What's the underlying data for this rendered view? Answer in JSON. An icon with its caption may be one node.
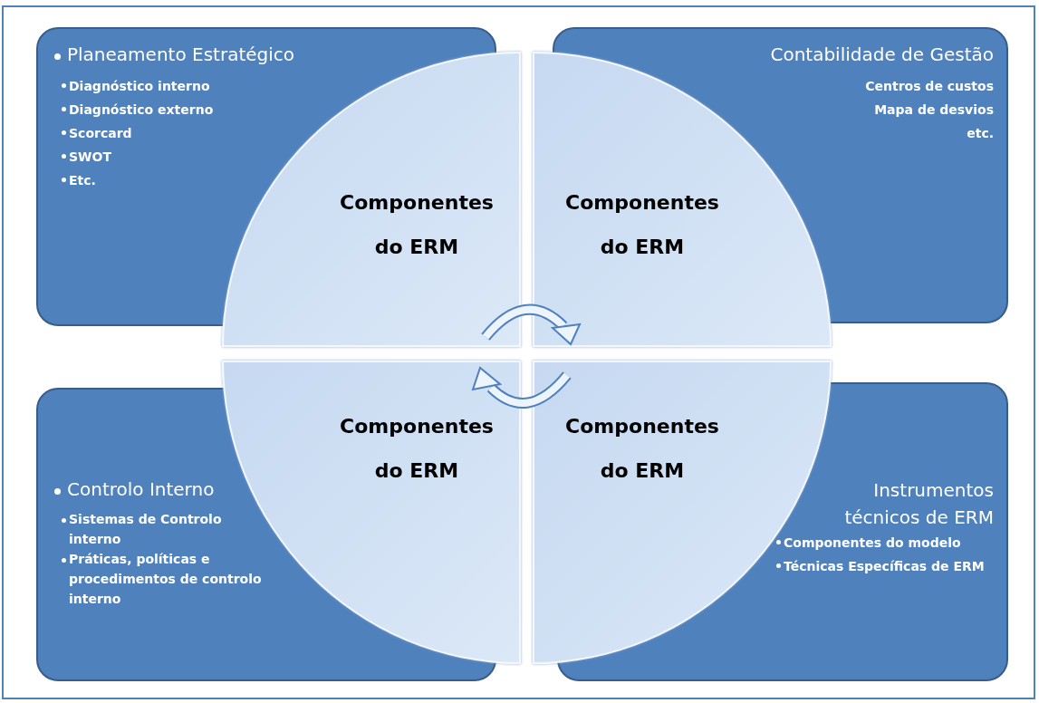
{
  "diagram": {
    "nodes": [
      {
        "text": [
          "Planeamento Estratégico",
          "Diagnóstico interno",
          "Diagnóstico externo",
          "Scorcard",
          "SWOT",
          "Etc."
        ]
      },
      {
        "text": [
          "Contabilidade de Gestão",
          "Centros de custos",
          "Mapa de desvios",
          "etc."
        ]
      },
      {
        "text": [
          "Controlo Interno",
          "Sistemas de Controlo interno",
          "Práticas, políticas e procedimentos de controlo interno"
        ]
      },
      {
        "text": [
          "Instrumentos técnicos de ERM",
          "Componentes do modelo",
          "Técnicas Específicas de ERM"
        ]
      },
      {
        "text": [
          "Componentes do ERM"
        ]
      },
      {
        "text": [
          "Componentes do ERM"
        ]
      },
      {
        "text": [
          "Componentes do ERM"
        ]
      },
      {
        "text": [
          "Componentes do ERM"
        ]
      }
    ],
    "edges": [
      {
        "from": 4,
        "to": 5,
        "arrow": "to"
      },
      {
        "from": 7,
        "to": 6,
        "arrow": "to"
      }
    ]
  }
}
